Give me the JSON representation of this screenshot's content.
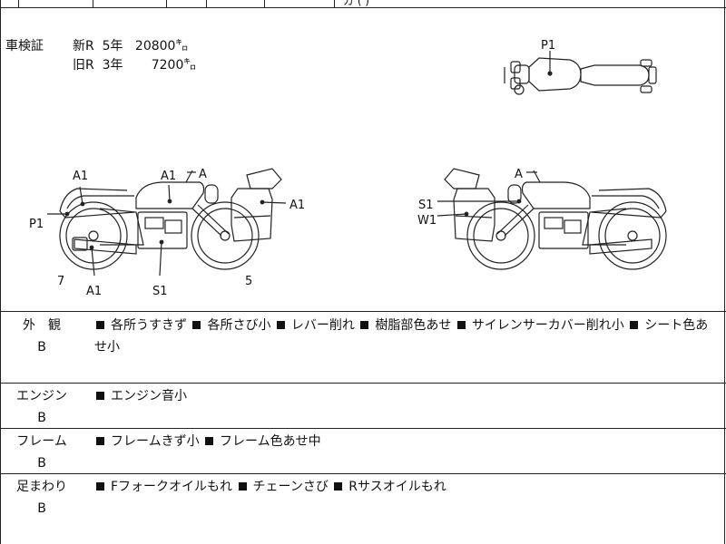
{
  "header_partial": "ガ ( )",
  "inspection": {
    "label": "車検証",
    "rows": [
      {
        "type": "新R",
        "years": "5年",
        "km": "20800",
        "unit": "㌔"
      },
      {
        "type": "旧R",
        "years": "3年",
        "km": "7200",
        "unit": "㌔"
      }
    ]
  },
  "diagram_labels": {
    "top_p1": "P1",
    "left": {
      "a1_rear": "A1",
      "a1_tank": "A1",
      "a_lever": "A",
      "a1_right": "A1",
      "p1": "P1",
      "num7": "7",
      "a1_bottom": "A1",
      "s1": "S1",
      "num5": "5"
    },
    "right": {
      "a_lever": "A",
      "s1": "S1",
      "w1": "W1"
    }
  },
  "sections": [
    {
      "category": "外　観",
      "grade": "B",
      "items": [
        "各所うすきず",
        "各所さび小",
        "レバー削れ",
        "樹脂部色あせ",
        "サイレンサーカバー削れ小",
        "シート色あせ小"
      ]
    },
    {
      "category": "エンジン",
      "grade": "B",
      "items": [
        "エンジン音小"
      ]
    },
    {
      "category": "フレーム",
      "grade": "B",
      "items": [
        "フレームきず小",
        "フレーム色あせ中"
      ]
    },
    {
      "category": "足まわり",
      "grade": "B",
      "items": [
        "Fフォークオイルもれ",
        "チェーンさび",
        "Rサスオイルもれ"
      ]
    }
  ]
}
